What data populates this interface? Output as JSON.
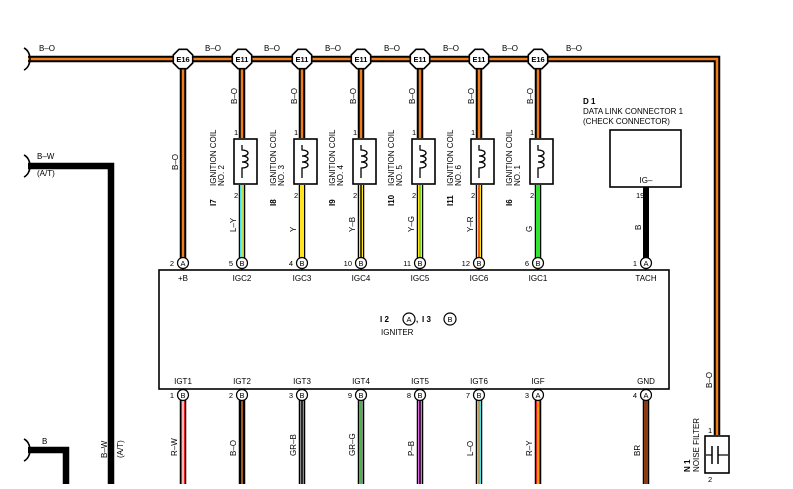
{
  "top_bus": {
    "wire": "B–O",
    "segment_labels": [
      "B–O",
      "B–O",
      "B–O",
      "B–O",
      "B–O",
      "B–O",
      "B–O"
    ],
    "junctions": [
      "E16",
      "E11",
      "E11",
      "E11",
      "E11",
      "E11",
      "E16"
    ]
  },
  "left_bw": {
    "wire": "B–W",
    "note": "(A/T)"
  },
  "bottom_b": {
    "wire": "B"
  },
  "bottom_bw": {
    "wire": "B–W",
    "note": "(A/T)"
  },
  "plus_b_wire": "B–O",
  "coils": [
    {
      "id": "I7",
      "title": "IGNITION COIL",
      "no": "NO. 2",
      "pin_top": "1",
      "pin_bottom": "2",
      "top_wire": "B–O",
      "wire": "L–Y",
      "color": "#46e3e8",
      "stripe": "#ffd800"
    },
    {
      "id": "I8",
      "title": "IGNITION COIL",
      "no": "NO. 3",
      "pin_top": "1",
      "pin_bottom": "2",
      "top_wire": "B–O",
      "wire": "Y",
      "color": "#ffe41e",
      "stripe": ""
    },
    {
      "id": "I9",
      "title": "IGNITION COIL",
      "no": "NO. 4",
      "pin_top": "1",
      "pin_bottom": "2",
      "top_wire": "B–O",
      "wire": "Y–B",
      "color": "#ffe41e",
      "stripe": "#000000"
    },
    {
      "id": "I10",
      "title": "IGNITION COIL",
      "no": "NO. 5",
      "pin_top": "1",
      "pin_bottom": "2",
      "top_wire": "B–O",
      "wire": "Y–G",
      "color": "#ffe41e",
      "stripe": "#3cc43c"
    },
    {
      "id": "I11",
      "title": "IGNITION COIL",
      "no": "NO. 6",
      "pin_top": "1",
      "pin_bottom": "2",
      "top_wire": "B–O",
      "wire": "Y–R",
      "color": "#ffe41e",
      "stripe": "#e0201c"
    },
    {
      "id": "I6",
      "title": "IGNITION COIL",
      "no": "NO. 1",
      "pin_top": "1",
      "pin_bottom": "2",
      "top_wire": "B–O",
      "wire": "G",
      "color": "#2ee62e",
      "stripe": ""
    }
  ],
  "dlc": {
    "id": "D 1",
    "title": "DATA LINK CONNECTOR 1",
    "subtitle": "(CHECK CONNECTOR)",
    "terminal": "IG–",
    "pin": "19",
    "wire": "B"
  },
  "igniter": {
    "label_part1": "I 2",
    "conn_a": "A",
    "label_sep": ",",
    "label_part2": "I 3",
    "conn_b": "B",
    "name": "IGNITER",
    "top_pins": [
      {
        "num": "2",
        "conn": "A",
        "name": "+B"
      },
      {
        "num": "5",
        "conn": "B",
        "name": "IGC2"
      },
      {
        "num": "4",
        "conn": "B",
        "name": "IGC3"
      },
      {
        "num": "10",
        "conn": "B",
        "name": "IGC4"
      },
      {
        "num": "11",
        "conn": "B",
        "name": "IGC5"
      },
      {
        "num": "12",
        "conn": "B",
        "name": "IGC6"
      },
      {
        "num": "6",
        "conn": "B",
        "name": "IGC1"
      },
      {
        "num": "1",
        "conn": "A",
        "name": "TACH"
      }
    ],
    "bottom_pins": [
      {
        "num": "1",
        "conn": "B",
        "name": "IGT1",
        "wire": "R–W",
        "color": "#ea1c1c",
        "stripe": "#ffffff"
      },
      {
        "num": "2",
        "conn": "B",
        "name": "IGT2",
        "wire": "B–O",
        "color": "#000000",
        "stripe": "#f07c1c"
      },
      {
        "num": "3",
        "conn": "B",
        "name": "IGT3",
        "wire": "GR–B",
        "color": "#8a8a8a",
        "stripe": "#000000"
      },
      {
        "num": "9",
        "conn": "B",
        "name": "IGT4",
        "wire": "GR–G",
        "color": "#8a8a8a",
        "stripe": "#2ec82e"
      },
      {
        "num": "8",
        "conn": "B",
        "name": "IGT5",
        "wire": "P–B",
        "color": "#e36be3",
        "stripe": "#000000"
      },
      {
        "num": "7",
        "conn": "B",
        "name": "IGT6",
        "wire": "L–O",
        "color": "#46e3e8",
        "stripe": "#f07c1c"
      },
      {
        "num": "3",
        "conn": "A",
        "name": "IGF",
        "wire": "R–Y",
        "color": "#ea1c1c",
        "stripe": "#ffd800"
      },
      {
        "num": "4",
        "conn": "A",
        "name": "GND",
        "wire": "BR",
        "color": "#8b3a12",
        "stripe": ""
      }
    ]
  },
  "noise_filter": {
    "id": "N 1",
    "name": "NOISE FILTER",
    "pin_top": "1",
    "pin_bottom": "2",
    "wire": "B–O"
  },
  "colors": {
    "orange": "#f07c1c",
    "black": "#000000"
  }
}
